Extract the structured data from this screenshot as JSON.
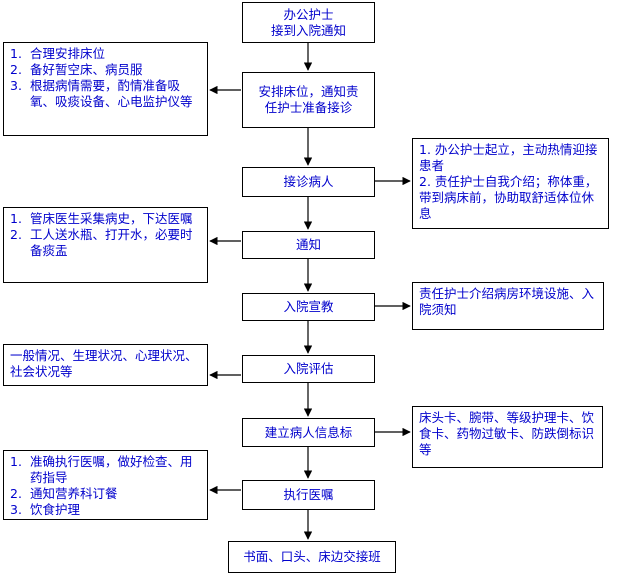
{
  "flow": {
    "step1": {
      "line1": "办公护士",
      "line2": "接到入院通知"
    },
    "step2": {
      "line1": "安排床位，通知责",
      "line2": "任护士准备接诊"
    },
    "step3": "接诊病人",
    "step4": "通知",
    "step5": "入院宣教",
    "step6": "入院评估",
    "step7": "建立病人信息标",
    "step8": "执行医嘱",
    "step9": "书面、口头、床边交接班"
  },
  "notes": {
    "beds": {
      "items": [
        {
          "num": "1.",
          "text": "合理安排床位"
        },
        {
          "num": "2.",
          "text": "备好暂空床、病员服"
        },
        {
          "num": "3.",
          "text": "根据病情需要，酌情准备吸氧、吸痰设备、心电监护仪等"
        }
      ]
    },
    "reception": {
      "item1": "1. 办公护士起立，主动热情迎接患者",
      "item2": "2. 责任护士自我介绍；称体重，带到病床前，协助取舒适体位休息"
    },
    "notify": {
      "items": [
        {
          "num": "1.",
          "text": "管床医生采集病史，下达医嘱"
        },
        {
          "num": "2.",
          "text": "工人送水瓶、打开水，必要时备痰盂"
        }
      ]
    },
    "education": "责任护士介绍病房环境设施、入院须知",
    "assessment": "一般情况、生理状况、心理状况、社会状况等",
    "info_labels": "床头卡、腕带、等级护理卡、饮食卡、药物过敏卡、防跌倒标识等",
    "orders": {
      "items": [
        {
          "num": "1.",
          "text": "准确执行医嘱，做好检查、用药指导"
        },
        {
          "num": "2.",
          "text": "通知营养科订餐"
        },
        {
          "num": "3.",
          "text": "饮食护理"
        }
      ]
    }
  }
}
